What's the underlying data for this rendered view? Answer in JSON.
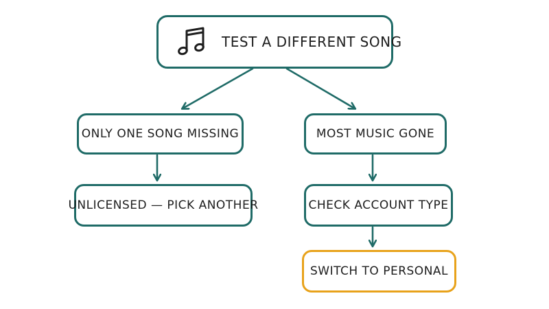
{
  "diagram": {
    "nodes": {
      "root": {
        "label": "TEST A DIFFERENT SONG",
        "icon": "music-notes-icon"
      },
      "left_1": {
        "label": "ONLY ONE SONG MISSING"
      },
      "left_2": {
        "label": "UNLICENSED — PICK ANOTHER"
      },
      "right_1": {
        "label": "MOST MUSIC GONE"
      },
      "right_2": {
        "label": "CHECK ACCOUNT TYPE"
      },
      "right_3": {
        "label": "SWITCH TO PERSONAL"
      }
    },
    "edges": [
      {
        "from": "root",
        "to": "left_1"
      },
      {
        "from": "root",
        "to": "right_1"
      },
      {
        "from": "left_1",
        "to": "left_2"
      },
      {
        "from": "right_1",
        "to": "right_2"
      },
      {
        "from": "right_2",
        "to": "right_3"
      }
    ],
    "colors": {
      "stroke": "#1f6b67",
      "highlight": "#e8a21a",
      "text": "#1d1d1d"
    }
  }
}
